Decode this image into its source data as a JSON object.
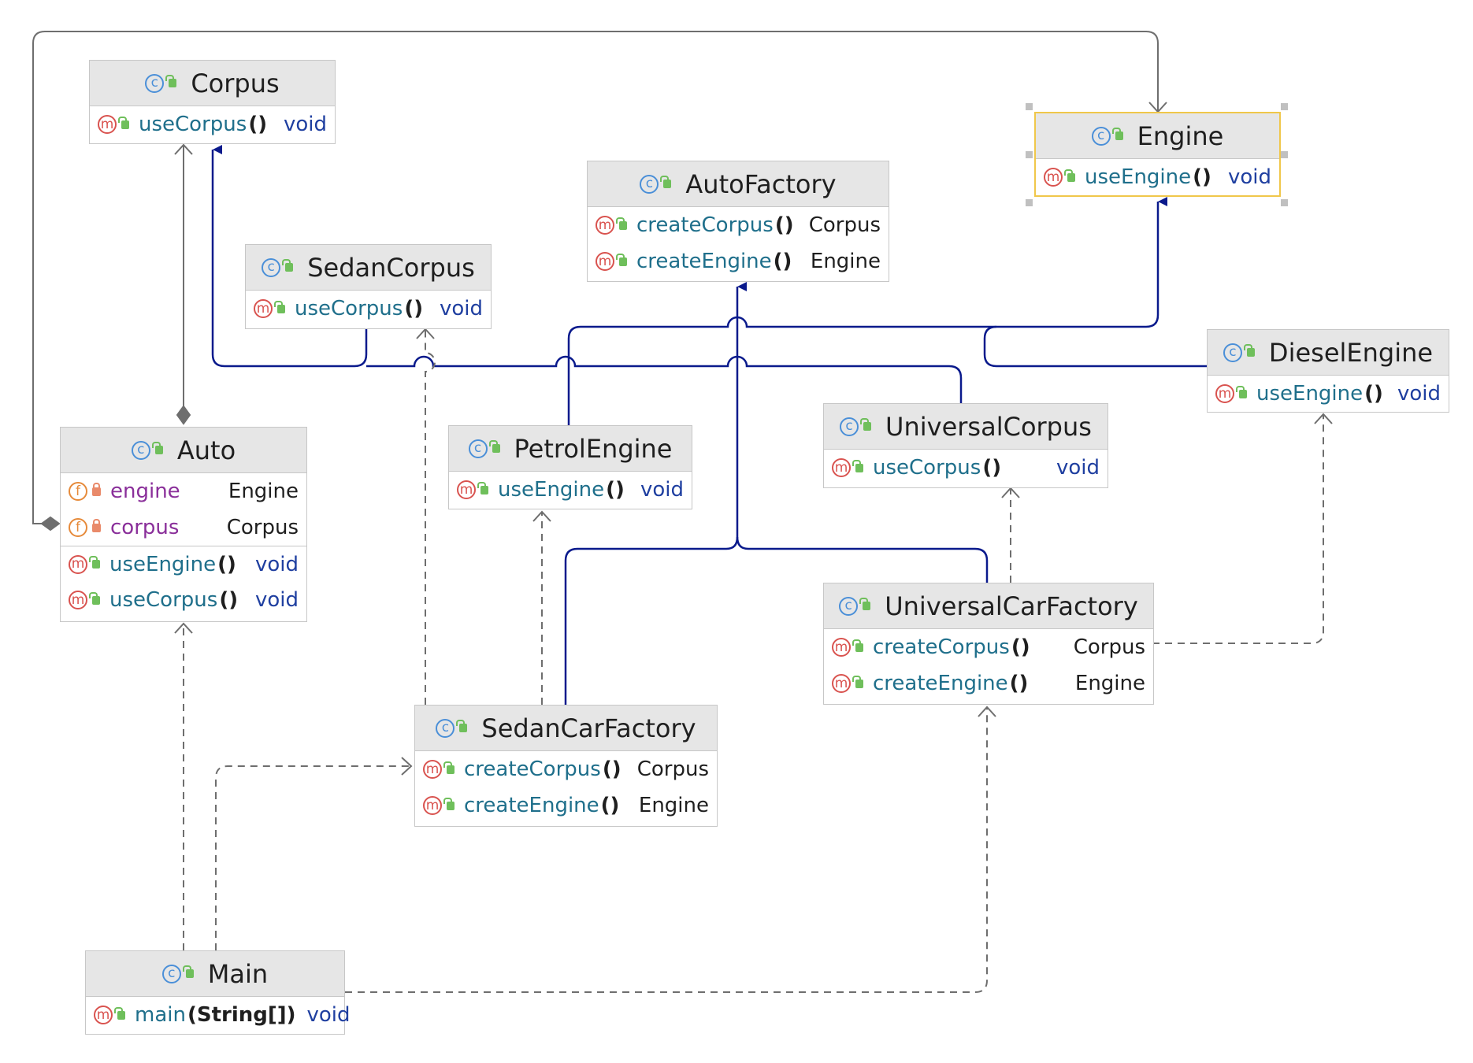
{
  "classes": {
    "corpus": {
      "name": "Corpus",
      "methods": [
        {
          "name": "useCorpus",
          "params": "()",
          "returns": "void"
        }
      ]
    },
    "engine": {
      "name": "Engine",
      "methods": [
        {
          "name": "useEngine",
          "params": "()",
          "returns": "void"
        }
      ]
    },
    "autofactory": {
      "name": "AutoFactory",
      "methods": [
        {
          "name": "createCorpus",
          "params": "()",
          "returns": "Corpus"
        },
        {
          "name": "createEngine",
          "params": "()",
          "returns": "Engine"
        }
      ]
    },
    "sedancorpus": {
      "name": "SedanCorpus",
      "methods": [
        {
          "name": "useCorpus",
          "params": "()",
          "returns": "void"
        }
      ]
    },
    "dieselengine": {
      "name": "DieselEngine",
      "methods": [
        {
          "name": "useEngine",
          "params": "()",
          "returns": "void"
        }
      ]
    },
    "auto": {
      "name": "Auto",
      "fields": [
        {
          "name": "engine",
          "type": "Engine"
        },
        {
          "name": "corpus",
          "type": "Corpus"
        }
      ],
      "methods": [
        {
          "name": "useEngine",
          "params": "()",
          "returns": "void"
        },
        {
          "name": "useCorpus",
          "params": "()",
          "returns": "void"
        }
      ]
    },
    "petrolengine": {
      "name": "PetrolEngine",
      "methods": [
        {
          "name": "useEngine",
          "params": "()",
          "returns": "void"
        }
      ]
    },
    "universalcorpus": {
      "name": "UniversalCorpus",
      "methods": [
        {
          "name": "useCorpus",
          "params": "()",
          "returns": "void"
        }
      ]
    },
    "universalcarfactory": {
      "name": "UniversalCarFactory",
      "methods": [
        {
          "name": "createCorpus",
          "params": "()",
          "returns": "Corpus"
        },
        {
          "name": "createEngine",
          "params": "()",
          "returns": "Engine"
        }
      ]
    },
    "sedancarfactory": {
      "name": "SedanCarFactory",
      "methods": [
        {
          "name": "createCorpus",
          "params": "()",
          "returns": "Corpus"
        },
        {
          "name": "createEngine",
          "params": "()",
          "returns": "Engine"
        }
      ]
    },
    "main": {
      "name": "Main",
      "methods": [
        {
          "name": "main",
          "params": "(String[])",
          "returns": "void"
        }
      ]
    }
  },
  "icons": {
    "class": "class-icon",
    "method": "method-icon",
    "field": "field-icon",
    "public": "public-visibility-icon",
    "private": "private-visibility-icon"
  },
  "icon_glyphs": {
    "class": "c",
    "method": "m",
    "field": "f"
  },
  "colors": {
    "inheritance": "#0a1a8c",
    "dependency": "#7a7a7a",
    "composition": "#6a6a6a",
    "selected_border": "#f0c74a"
  }
}
